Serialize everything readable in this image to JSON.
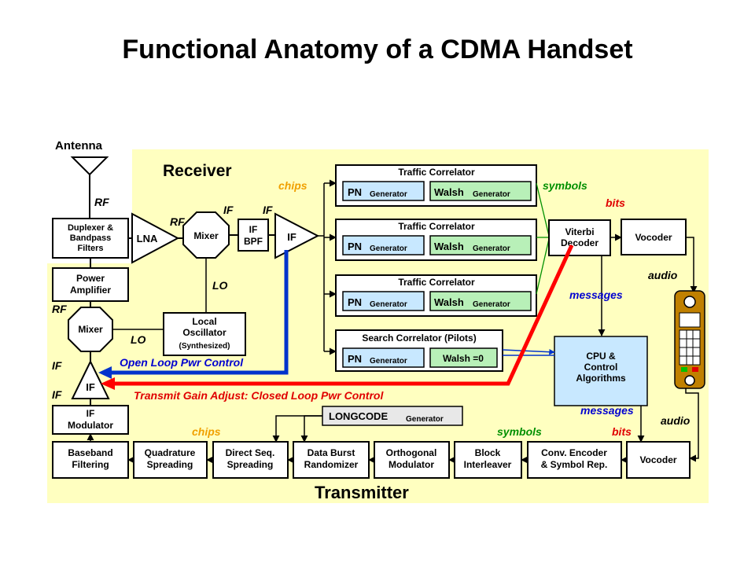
{
  "title": "Functional Anatomy of a CDMA Handset",
  "colors": {
    "panel": "#ffffc0",
    "pn_box": "#c8e8ff",
    "walsh_box": "#b8f0b8",
    "cpu_box": "#c8e8ff",
    "red_path": "#ff0000",
    "blue_path": "#0033cc"
  },
  "sections": {
    "receiver": "Receiver",
    "transmitter": "Transmitter"
  },
  "antenna": "Antenna",
  "rx": {
    "duplexer": [
      "Duplexer &",
      "Bandpass",
      "Filters"
    ],
    "lna": "LNA",
    "mixer": "Mixer",
    "if_bpf": [
      "IF",
      "BPF"
    ],
    "if_amp": "IF",
    "traffic_correlator": "Traffic Correlator",
    "search_correlator": "Search Correlator (Pilots)",
    "pn": "PN",
    "generator": "Generator",
    "walsh": "Walsh",
    "walsh_zero": "Walsh =0",
    "viterbi": [
      "Viterbi",
      "Decoder"
    ],
    "vocoder": "Vocoder",
    "cpu": [
      "CPU &",
      "Control",
      "Algorithms"
    ]
  },
  "shared": {
    "power_amp": [
      "Power",
      "Amplifier"
    ],
    "mixer": "Mixer",
    "local_osc": [
      "Local",
      "Oscillator",
      "(Synthesized)"
    ],
    "if_amp": "IF",
    "if_modulator": [
      "IF",
      "Modulator"
    ]
  },
  "tx": {
    "longcode": "LONGCODE",
    "generator": "Generator",
    "baseband": [
      "Baseband",
      "Filtering"
    ],
    "quadrature": [
      "Quadrature",
      "Spreading"
    ],
    "direct_seq": [
      "Direct Seq.",
      "Spreading"
    ],
    "data_burst": [
      "Data Burst",
      "Randomizer"
    ],
    "orthogonal": [
      "Orthogonal",
      "Modulator"
    ],
    "block_int": [
      "Block",
      "Interleaver"
    ],
    "conv_enc": [
      "Conv. Encoder",
      "& Symbol Rep."
    ],
    "vocoder": "Vocoder"
  },
  "labels": {
    "rf": "RF",
    "if": "IF",
    "lo": "LO",
    "chips": "chips",
    "symbols": "symbols",
    "bits": "bits",
    "audio": "audio",
    "messages": "messages",
    "open_loop": "Open Loop Pwr Control",
    "closed_loop": "Transmit Gain Adjust: Closed Loop Pwr Control"
  }
}
